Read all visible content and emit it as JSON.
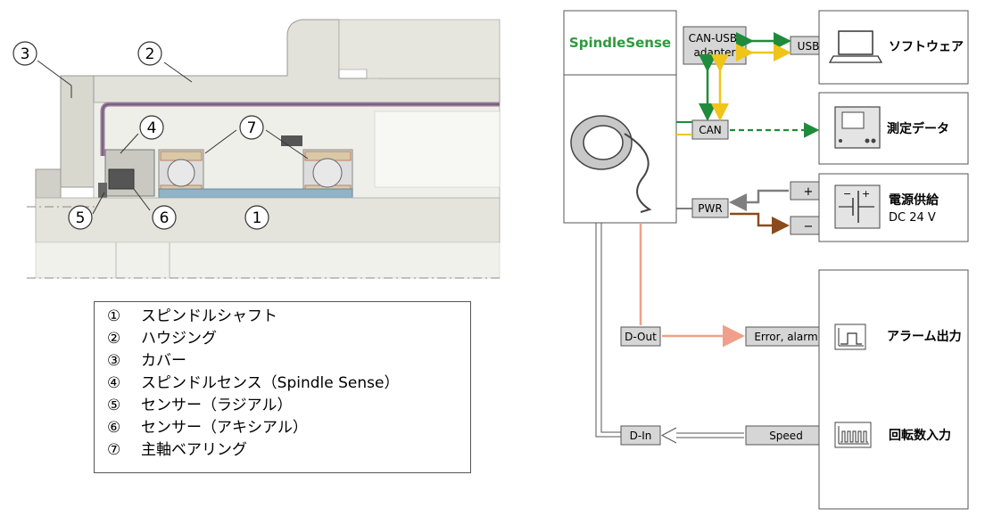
{
  "cross_section": {
    "callouts": [
      {
        "id": "1",
        "glyph": "①"
      },
      {
        "id": "2",
        "glyph": "②"
      },
      {
        "id": "3",
        "glyph": "③"
      },
      {
        "id": "4",
        "glyph": "④"
      },
      {
        "id": "5",
        "glyph": "⑤"
      },
      {
        "id": "6",
        "glyph": "⑥"
      },
      {
        "id": "7",
        "glyph": "⑦"
      }
    ]
  },
  "legend": {
    "items": [
      {
        "num": "①",
        "label": "スピンドルシャフト"
      },
      {
        "num": "②",
        "label": "ハウジング"
      },
      {
        "num": "③",
        "label": "カバー"
      },
      {
        "num": "④",
        "label": "スピンドルセンス（Spindle Sense）"
      },
      {
        "num": "⑤",
        "label": "センサー（ラジアル）"
      },
      {
        "num": "⑥",
        "label": "センサー（アキシアル）"
      },
      {
        "num": "⑦",
        "label": "主軸ベアリング"
      }
    ]
  },
  "system": {
    "brand": "SpindleSense",
    "interfaces": {
      "can_usb": "CAN-USB-\nadapter",
      "usb": "USB",
      "can": "CAN",
      "pwr": "PWR",
      "plus": "+",
      "minus": "−",
      "d_out": "D-Out",
      "d_in": "D-In",
      "error_alarm": "Error, alarm",
      "speed": "Speed"
    },
    "outputs": {
      "software": "ソフトウェア",
      "measurement_data": "測定データ",
      "power_supply": "電源供給",
      "power_voltage": "DC 24 V",
      "alarm_output": "アラーム出力",
      "speed_input": "回転数入力"
    },
    "colors": {
      "green": "#1e8c3c",
      "yellow": "#f0c419",
      "gray_line": "#7f7f7f",
      "brown": "#8b4a1c",
      "salmon": "#f0a08a",
      "box_fill": "#d6d6d6",
      "brand_green": "#2e9a3e"
    }
  }
}
